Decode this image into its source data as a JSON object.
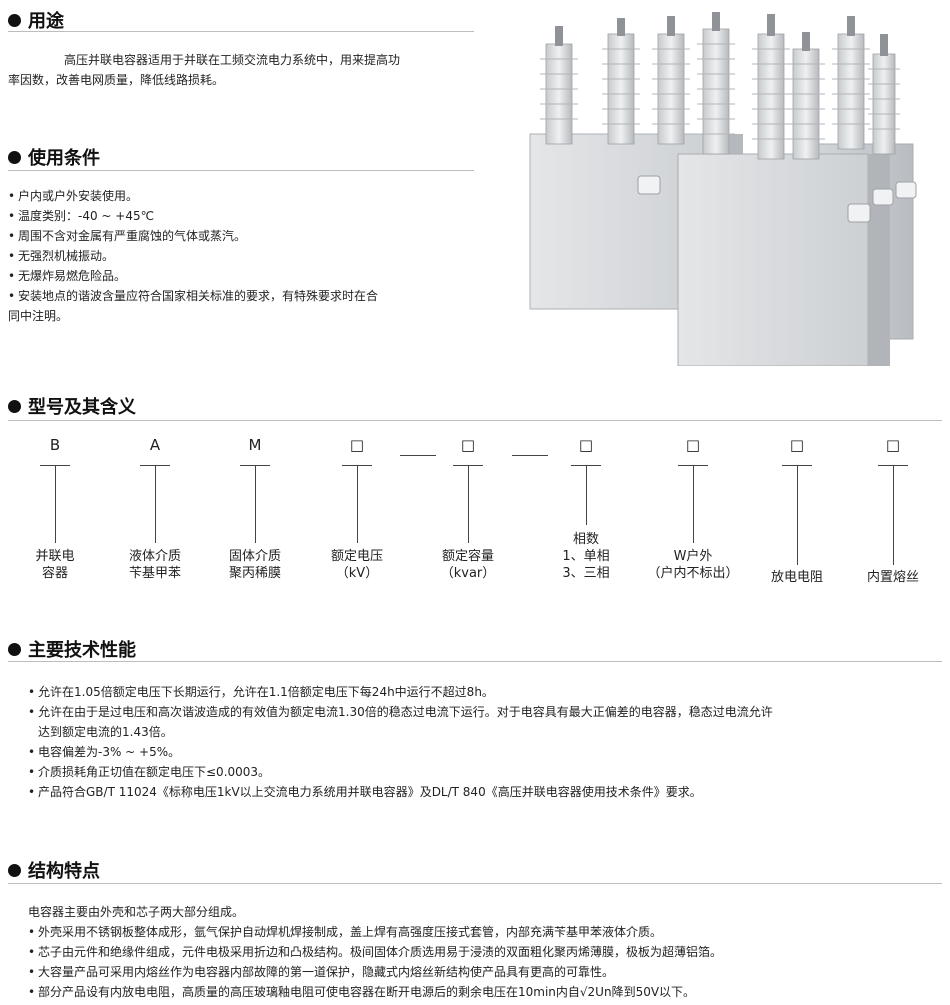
{
  "sections": {
    "usage": {
      "title": "用途",
      "text": [
        "高压并联电容器适用于并联在工频交流电力系统中，用来提高功",
        "率因数，改善电网质量，降低线路损耗。"
      ]
    },
    "conditions": {
      "title": "使用条件",
      "items": [
        "户内或户外安装使用。",
        "温度类别：-40 ~ +45℃",
        "周围不含对金属有严重腐蚀的气体或蒸汽。",
        "无强烈机械振动。",
        "无爆炸易燃危险品。",
        "安装地点的谐波含量应符合国家相关标准的要求，有特殊要求时在合",
        "同中注明。"
      ]
    },
    "model": {
      "title": "型号及其含义",
      "codes": [
        "B",
        "A",
        "M",
        "□",
        "□",
        "□",
        "□",
        "□",
        "□"
      ],
      "descs": [
        [
          "并联电",
          "容器"
        ],
        [
          "液体介质",
          "苄基甲苯"
        ],
        [
          "固体介质",
          "聚丙稀膜"
        ],
        [
          "额定电压",
          "（kV）"
        ],
        [
          "额定容量",
          "（kvar）"
        ],
        [
          "相数",
          "1、单相",
          "3、三相"
        ],
        [
          "W户外",
          "（户内不标出）"
        ],
        [
          "放电电阻"
        ],
        [
          "内置熔丝"
        ]
      ]
    },
    "performance": {
      "title": "主要技术性能",
      "items": [
        "允许在1.05倍额定电压下长期运行，允许在1.1倍额定电压下每24h中运行不超过8h。",
        "允许在由于是过电压和高次谐波造成的有效值为额定电流1.30倍的稳态过电流下运行。对于电容具有最大正偏差的电容器，稳态过电流允许",
        "达到额定电流的1.43倍。",
        "电容偏差为-3% ~ +5%。",
        "介质损耗角正切值在额定电压下≤0.0003。",
        "产品符合GB/T 11024《标称电压1kV以上交流电力系统用并联电容器》及DL/T 840《高压并联电容器使用技术条件》要求。"
      ]
    },
    "structure": {
      "title": "结构特点",
      "intro": "电容器主要由外壳和芯子两大部分组成。",
      "items": [
        "外壳采用不锈钢板整体成形，氩气保护自动焊机焊接制成，盖上焊有高强度压接式套管，内部充满苄基甲苯液体介质。",
        "芯子由元件和绝缘件组成，元件电极采用折边和凸极结构。极间固体介质选用易于浸渍的双面粗化聚丙烯薄膜，极板为超薄铝箔。",
        "大容量产品可采用内熔丝作为电容器内部故障的第一道保护，隐藏式内熔丝新结构使产品具有更高的可靠性。",
        "部分产品设有内放电电阻，高质量的高压玻璃釉电阻可使电容器在断开电源后的剩余电压在10min内自√2Un降到50V以下。"
      ]
    }
  }
}
